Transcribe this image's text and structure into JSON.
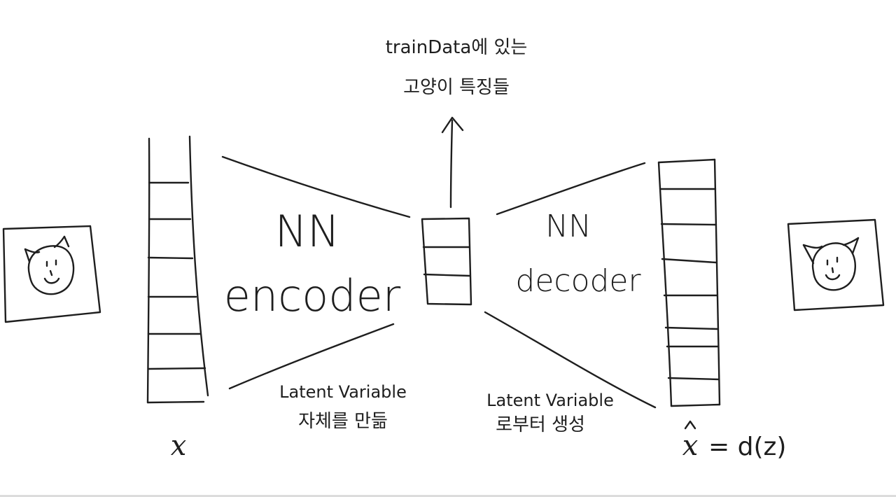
{
  "top_note": {
    "line1": "trainData에 있는",
    "line2": "고양이 특징들"
  },
  "encoder": {
    "line1": "NN",
    "line2": "encoder"
  },
  "decoder": {
    "line1": "NN",
    "line2": "decoder"
  },
  "encoder_caption": {
    "line1": "Latent Variable",
    "line2": "자체를 만듦"
  },
  "decoder_caption": {
    "line1": "Latent Variable",
    "line2": "로부터 생성"
  },
  "input_label": "x",
  "output_label": {
    "symbol": "x",
    "formula": "= d(z)"
  },
  "colors": {
    "ink": "#1e1e1e",
    "background": "#ffffff"
  },
  "icons": [
    "cat-face-input-icon",
    "cat-face-output-icon",
    "up-arrow-icon"
  ]
}
